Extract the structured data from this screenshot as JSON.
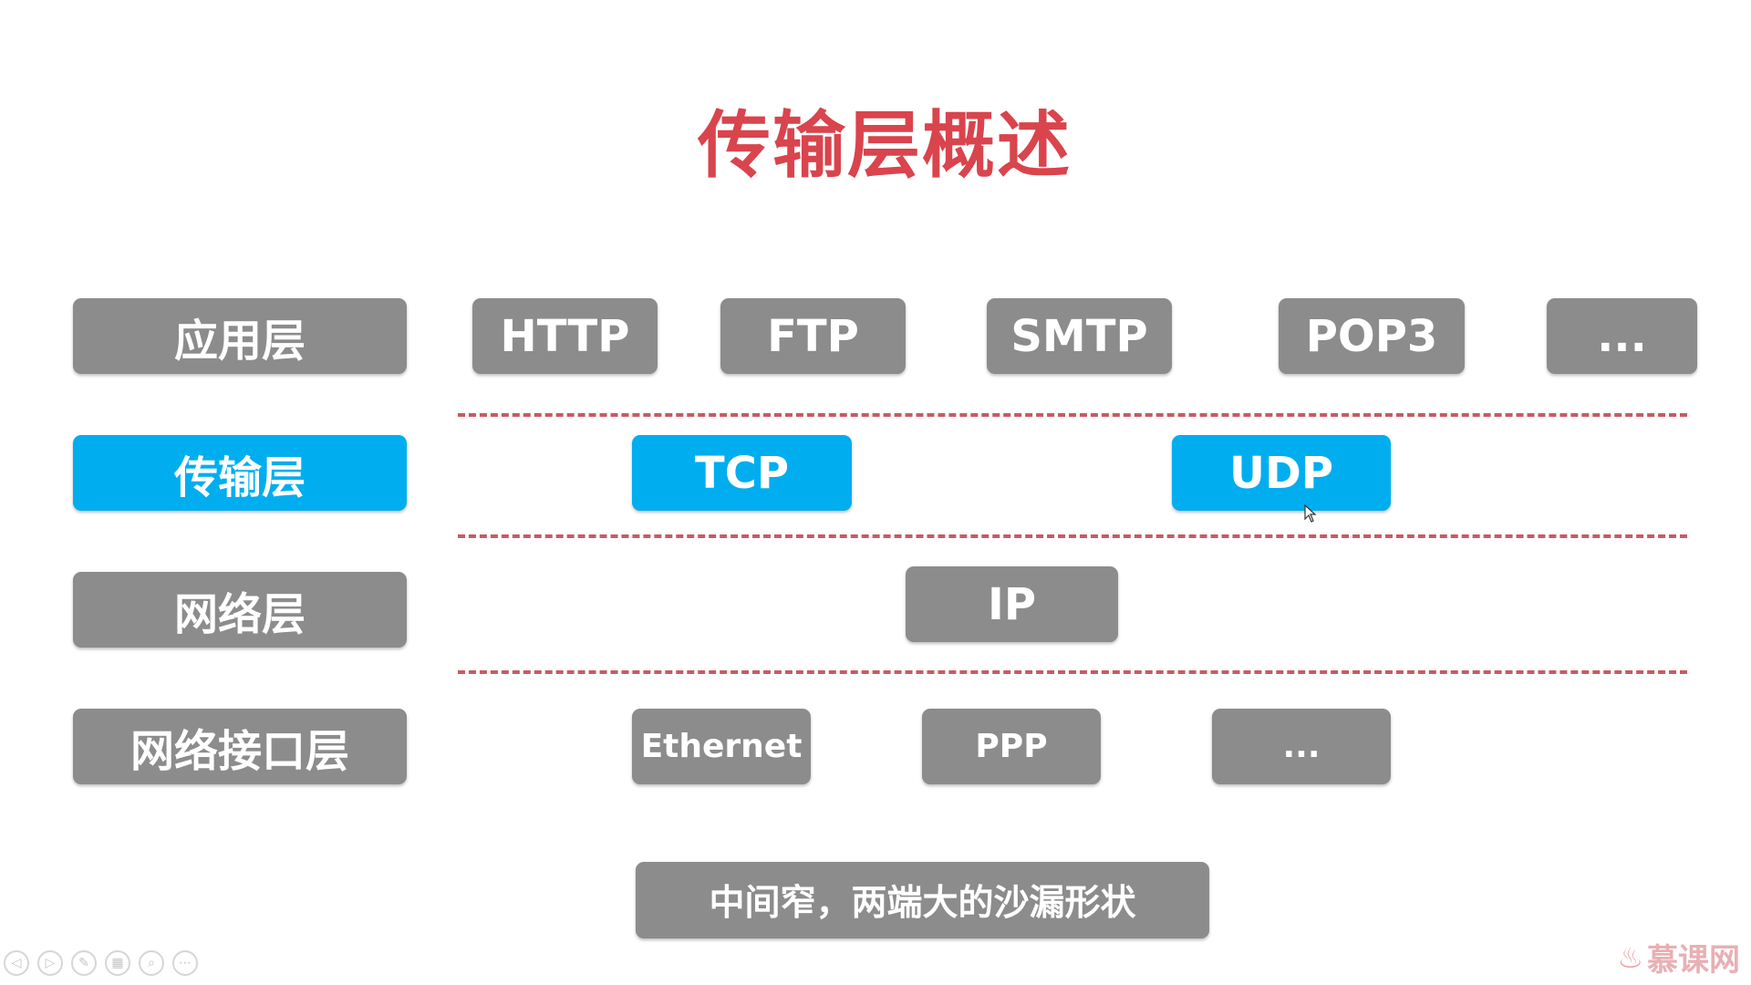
{
  "title": "传输层概述",
  "layers": {
    "application": "应用层",
    "transport": "传输层",
    "network": "网络层",
    "link": "网络接口层"
  },
  "protocols": {
    "application": [
      "HTTP",
      "FTP",
      "SMTP",
      "POP3",
      "..."
    ],
    "transport": [
      "TCP",
      "UDP"
    ],
    "network": [
      "IP"
    ],
    "link": [
      "Ethernet",
      "PPP",
      "..."
    ]
  },
  "note": "中间窄，两端大的沙漏形状",
  "logo": {
    "text": "慕课网",
    "icon": "flame-icon"
  },
  "colors": {
    "title": "#d9444d",
    "box_gray": "#8c8c8c",
    "box_highlight": "#00aeef",
    "divider": "#c85a64"
  },
  "toolbar_icons": [
    "prev-icon",
    "next-icon",
    "pen-icon",
    "slides-icon",
    "zoom-icon",
    "more-icon"
  ]
}
